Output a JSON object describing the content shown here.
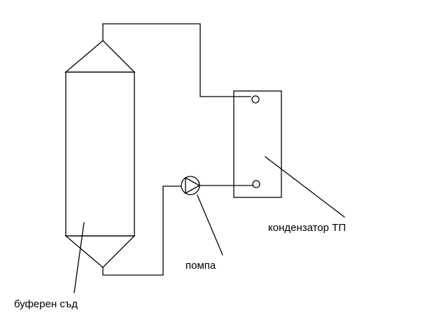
{
  "labels": {
    "buffer_tank": "буферен съд",
    "pump": "помпа",
    "condenser": "кондензатор ТП"
  },
  "colors": {
    "background": "#ffffff",
    "line": "#000000",
    "text": "#000000"
  }
}
